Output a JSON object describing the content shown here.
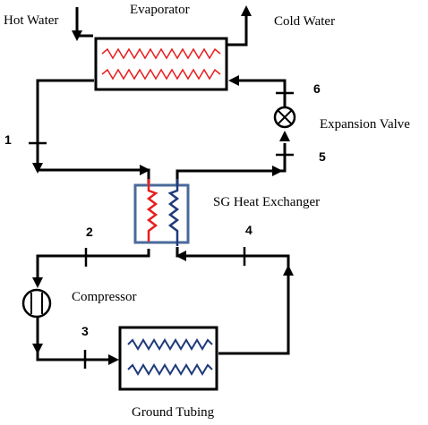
{
  "labels": {
    "hot_water": "Hot Water",
    "evaporator": "Evaporator",
    "cold_water": "Cold Water",
    "expansion_valve": "Expansion Valve",
    "sg_heat_exchanger": "SG Heat Exchanger",
    "compressor": "Compressor",
    "ground_tubing": "Ground Tubing"
  },
  "points": {
    "p1": "1",
    "p2": "2",
    "p3": "3",
    "p4": "4",
    "p5": "5",
    "p6": "6"
  },
  "colors": {
    "line": "#000000",
    "hot_coil": "#e81e1e",
    "cold_coil": "#1f3a7a",
    "hx_border": "#4a6a9a"
  }
}
